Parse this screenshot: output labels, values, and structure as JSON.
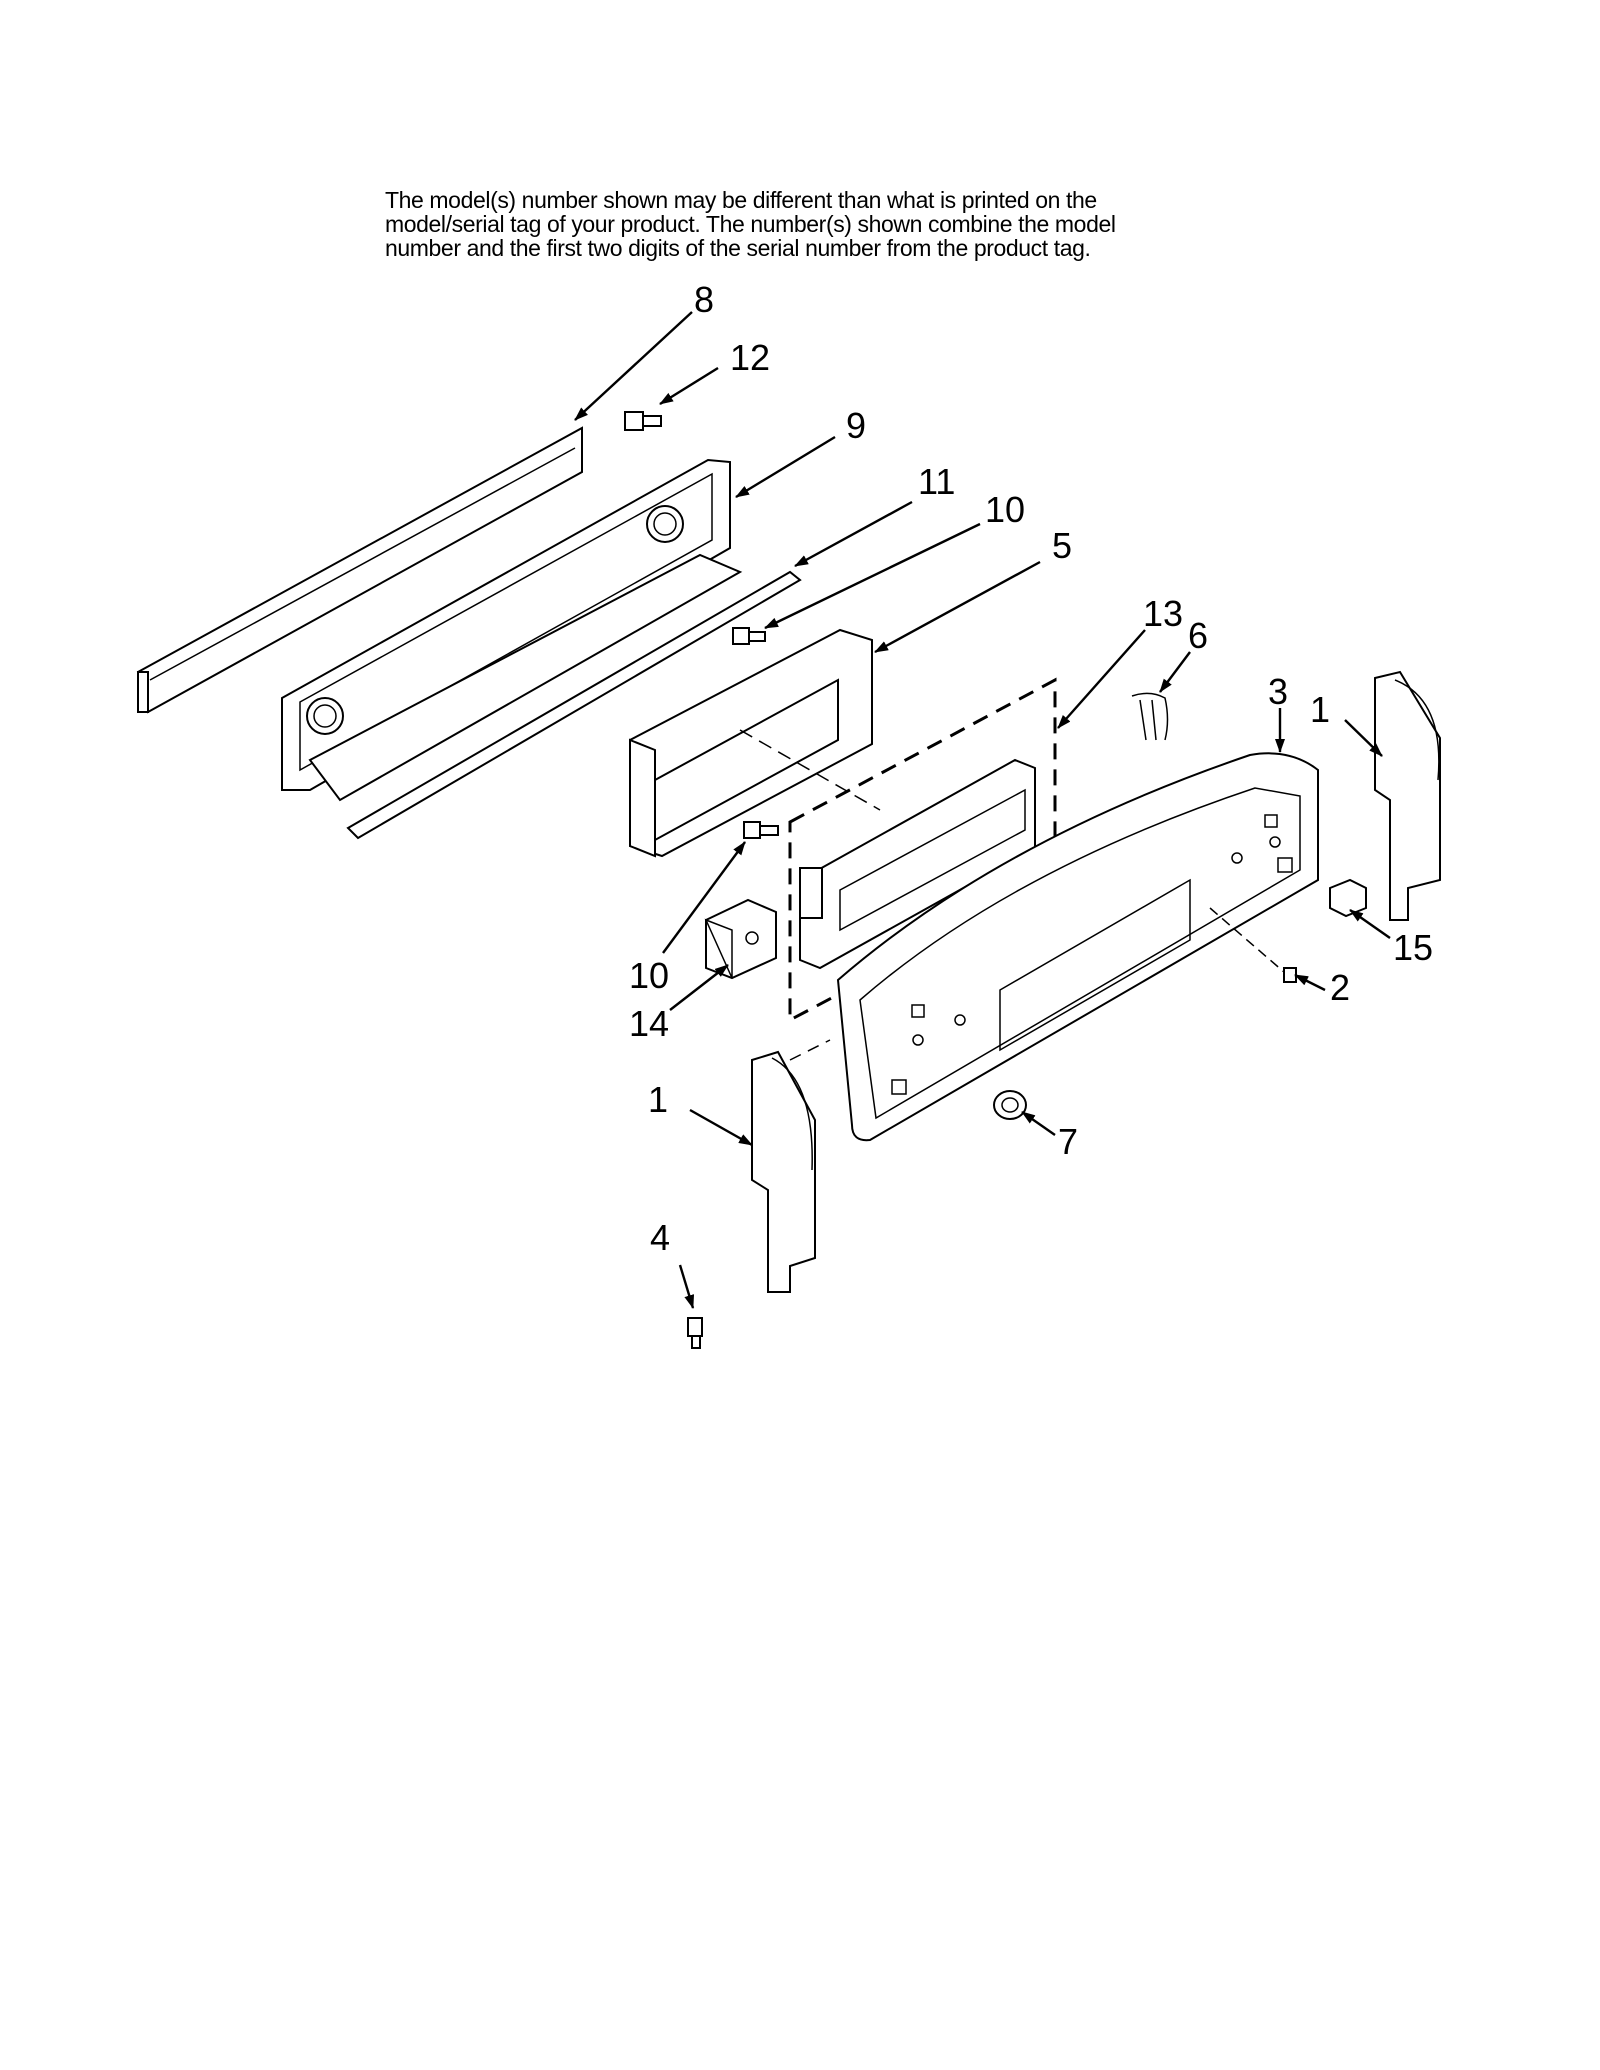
{
  "notice": {
    "line1": "The model(s) number shown may be different than what is printed on the",
    "line2": "model/serial tag of your product. The number(s) shown combine the model",
    "line3": "number and the first two digits of the serial number from the product tag."
  },
  "callouts": {
    "c8": "8",
    "c12": "12",
    "c9": "9",
    "c11": "11",
    "c10a": "10",
    "c5": "5",
    "c13": "13",
    "c6": "6",
    "c3": "3",
    "c1a": "1",
    "c15": "15",
    "c2": "2",
    "c10b": "10",
    "c14": "14",
    "c1b": "1",
    "c7": "7",
    "c4": "4"
  }
}
